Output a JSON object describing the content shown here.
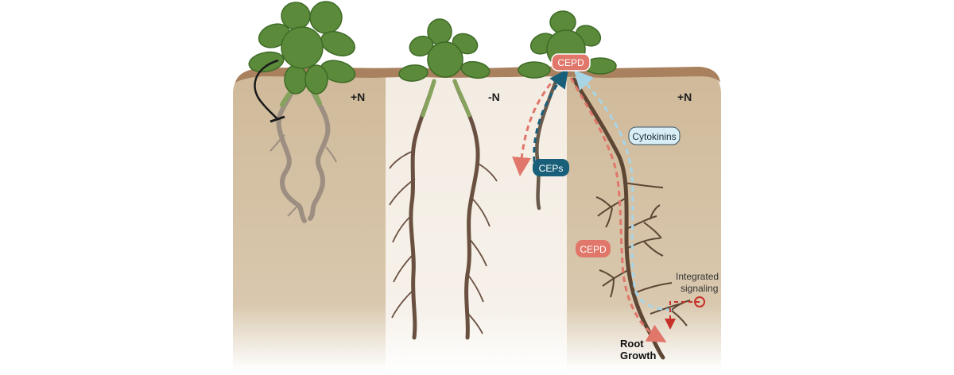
{
  "conditions": {
    "left": "+N",
    "middle": "-N",
    "right": "+N"
  },
  "labels": {
    "cepd_shoot": "CEPD",
    "cytokinins": "Cytokinins",
    "ceps": "CEPs",
    "cepd_root": "CEPD",
    "integrated_signaling_line1": "Integrated",
    "integrated_signaling_line2": "signaling",
    "root_growth_line1": "Root",
    "root_growth_line2": "Growth"
  },
  "colors": {
    "soil": "#d4c0a1",
    "soil_surface": "#a9815e",
    "nitrogen_poor_column": "#f4eee6",
    "leaf": "#5a8a3a",
    "root": "#5e4634",
    "cepd_signal": "#e0776a",
    "cep_signal": "#1a5f7a",
    "cytokinin_signal": "#a8d5e6"
  }
}
